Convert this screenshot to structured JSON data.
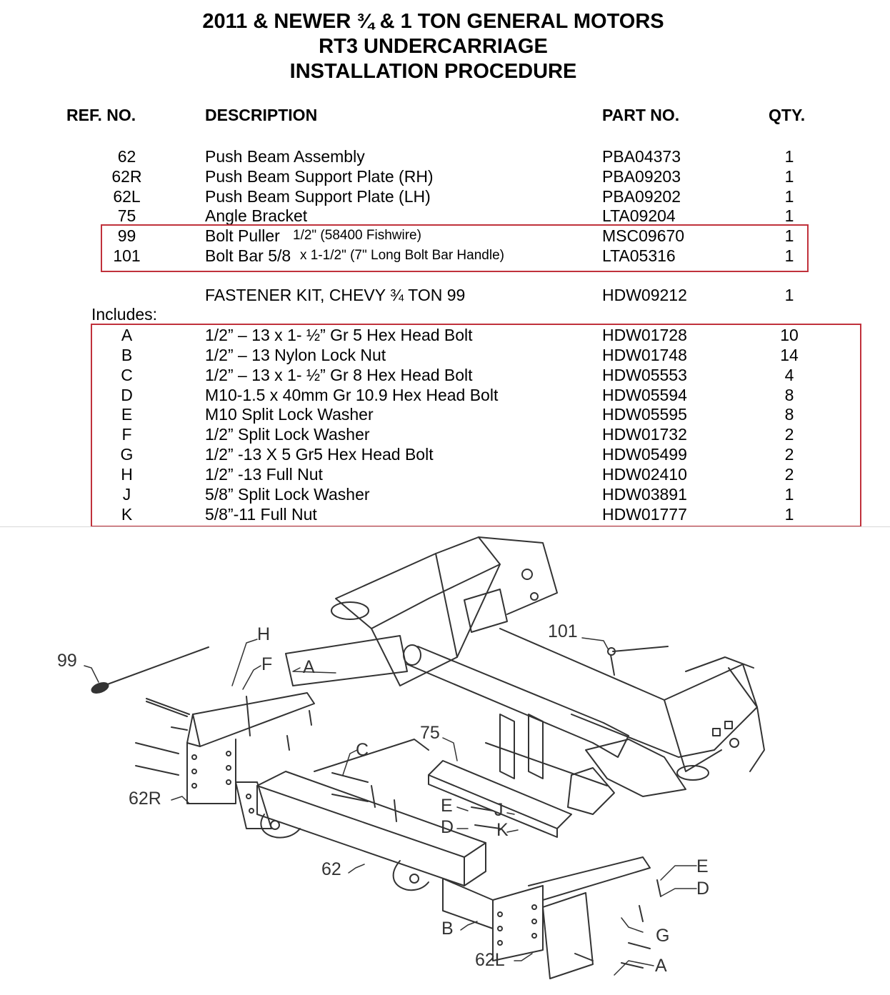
{
  "title": {
    "line1": "2011 & NEWER ¾ & 1 TON GENERAL MOTORS",
    "line2": "RT3 UNDERCARRIAGE",
    "line3": "INSTALLATION PROCEDURE"
  },
  "headers": {
    "ref": "REF. NO.",
    "desc": "DESCRIPTION",
    "part": "PART NO.",
    "qty": "QTY."
  },
  "parts": [
    {
      "ref": "62",
      "desc": "Push Beam Assembly",
      "note": "",
      "part": "PBA04373",
      "qty": "1"
    },
    {
      "ref": "62R",
      "desc": "Push Beam Support Plate (RH)",
      "note": "",
      "part": "PBA09203",
      "qty": "1"
    },
    {
      "ref": "62L",
      "desc": "Push Beam Support Plate (LH)",
      "note": "",
      "part": "PBA09202",
      "qty": "1"
    },
    {
      "ref": "75",
      "desc": "Angle Bracket",
      "note": "",
      "part": "LTA09204",
      "qty": "1"
    },
    {
      "ref": "99",
      "desc": "Bolt Puller",
      "note": "1/2\" (58400 Fishwire)",
      "part": "MSC09670",
      "qty": "1"
    },
    {
      "ref": "101",
      "desc": "Bolt Bar 5/8",
      "note": "x 1-1/2\" (7\" Long Bolt Bar Handle)",
      "part": "LTA05316",
      "qty": "1"
    }
  ],
  "kit": {
    "desc": "FASTENER KIT, CHEVY ¾ TON 99",
    "part": "HDW09212",
    "qty": "1",
    "includes": "Includes:"
  },
  "fasteners": [
    {
      "ref": "A",
      "desc": "1/2” – 13 x 1- ½” Gr 5 Hex Head Bolt",
      "part": "HDW01728",
      "qty": "10"
    },
    {
      "ref": "B",
      "desc": "1/2” – 13 Nylon Lock Nut",
      "part": "HDW01748",
      "qty": "14"
    },
    {
      "ref": "C",
      "desc": "1/2” – 13 x 1- ½” Gr 8 Hex Head Bolt",
      "part": "HDW05553",
      "qty": "4"
    },
    {
      "ref": "D",
      "desc": "M10-1.5 x 40mm Gr 10.9 Hex Head Bolt",
      "part": "HDW05594",
      "qty": "8"
    },
    {
      "ref": "E",
      "desc": "M10 Split Lock Washer",
      "part": "HDW05595",
      "qty": "8"
    },
    {
      "ref": "F",
      "desc": "1/2” Split Lock Washer",
      "part": "HDW01732",
      "qty": "2"
    },
    {
      "ref": "G",
      "desc": "1/2” -13 X 5 Gr5 Hex Head Bolt",
      "part": "HDW05499",
      "qty": "2"
    },
    {
      "ref": "H",
      "desc": "1/2” -13 Full Nut",
      "part": "HDW02410",
      "qty": "2"
    },
    {
      "ref": "J",
      "desc": "5/8” Split Lock Washer",
      "part": "HDW03891",
      "qty": "1"
    },
    {
      "ref": "K",
      "desc": "5/8”-11 Full Nut",
      "part": "HDW01777",
      "qty": "1"
    }
  ],
  "diagram_labels": {
    "l99": "99",
    "l101": "101",
    "lH": "H",
    "lF": "F",
    "lA1": "A",
    "lC": "C",
    "l75": "75",
    "l62R": "62R",
    "lE1": "E",
    "lJ": "J",
    "lD1": "D",
    "lK": "K",
    "l62": "62",
    "lE2": "E",
    "lD2": "D",
    "lB": "B",
    "lG": "G",
    "l62L": "62L",
    "lA2": "A"
  },
  "colors": {
    "highlight_box": "#c0313b",
    "drawing_line": "#333333"
  }
}
